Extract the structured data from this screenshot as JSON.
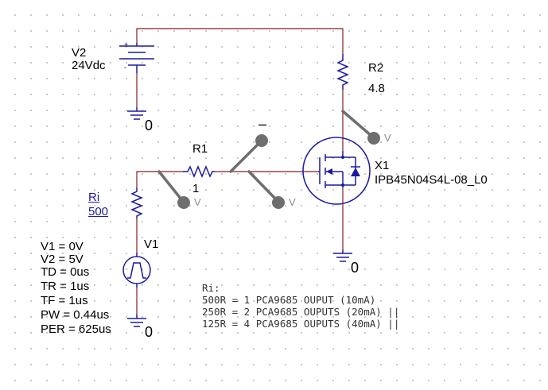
{
  "v2": {
    "name": "V2",
    "value": "24Vdc",
    "plus": "+",
    "minus": "-"
  },
  "r2": {
    "name": "R2",
    "value": "4.8"
  },
  "r1": {
    "name": "R1",
    "value": "1"
  },
  "ri": {
    "name": "Ri",
    "value": "500"
  },
  "v1": {
    "name": "V1",
    "params": [
      "V1 = 0V",
      "V2 = 5V",
      "TD = 0us",
      "TR = 1us",
      "TF = 1us",
      "PW = 0.44us",
      "PER = 625us"
    ]
  },
  "x1": {
    "name": "X1",
    "part": "IPB45N04S4L-08_L0"
  },
  "ground_label": "0",
  "probe_label": "V",
  "note": {
    "title": "Ri:",
    "lines": [
      "500R = 1 PCA9685 OUPUT (10mA)",
      "250R = 2 PCA9685 OUPUTS (20mA) ||",
      "125R = 4 PCA9685 OUPUTS (40mA) ||"
    ]
  },
  "colors": {
    "wire": "#8b1a1a",
    "part": "#1a1aa0",
    "probe": "#6e6e6e",
    "grid_dot": "#b8b8b8"
  }
}
